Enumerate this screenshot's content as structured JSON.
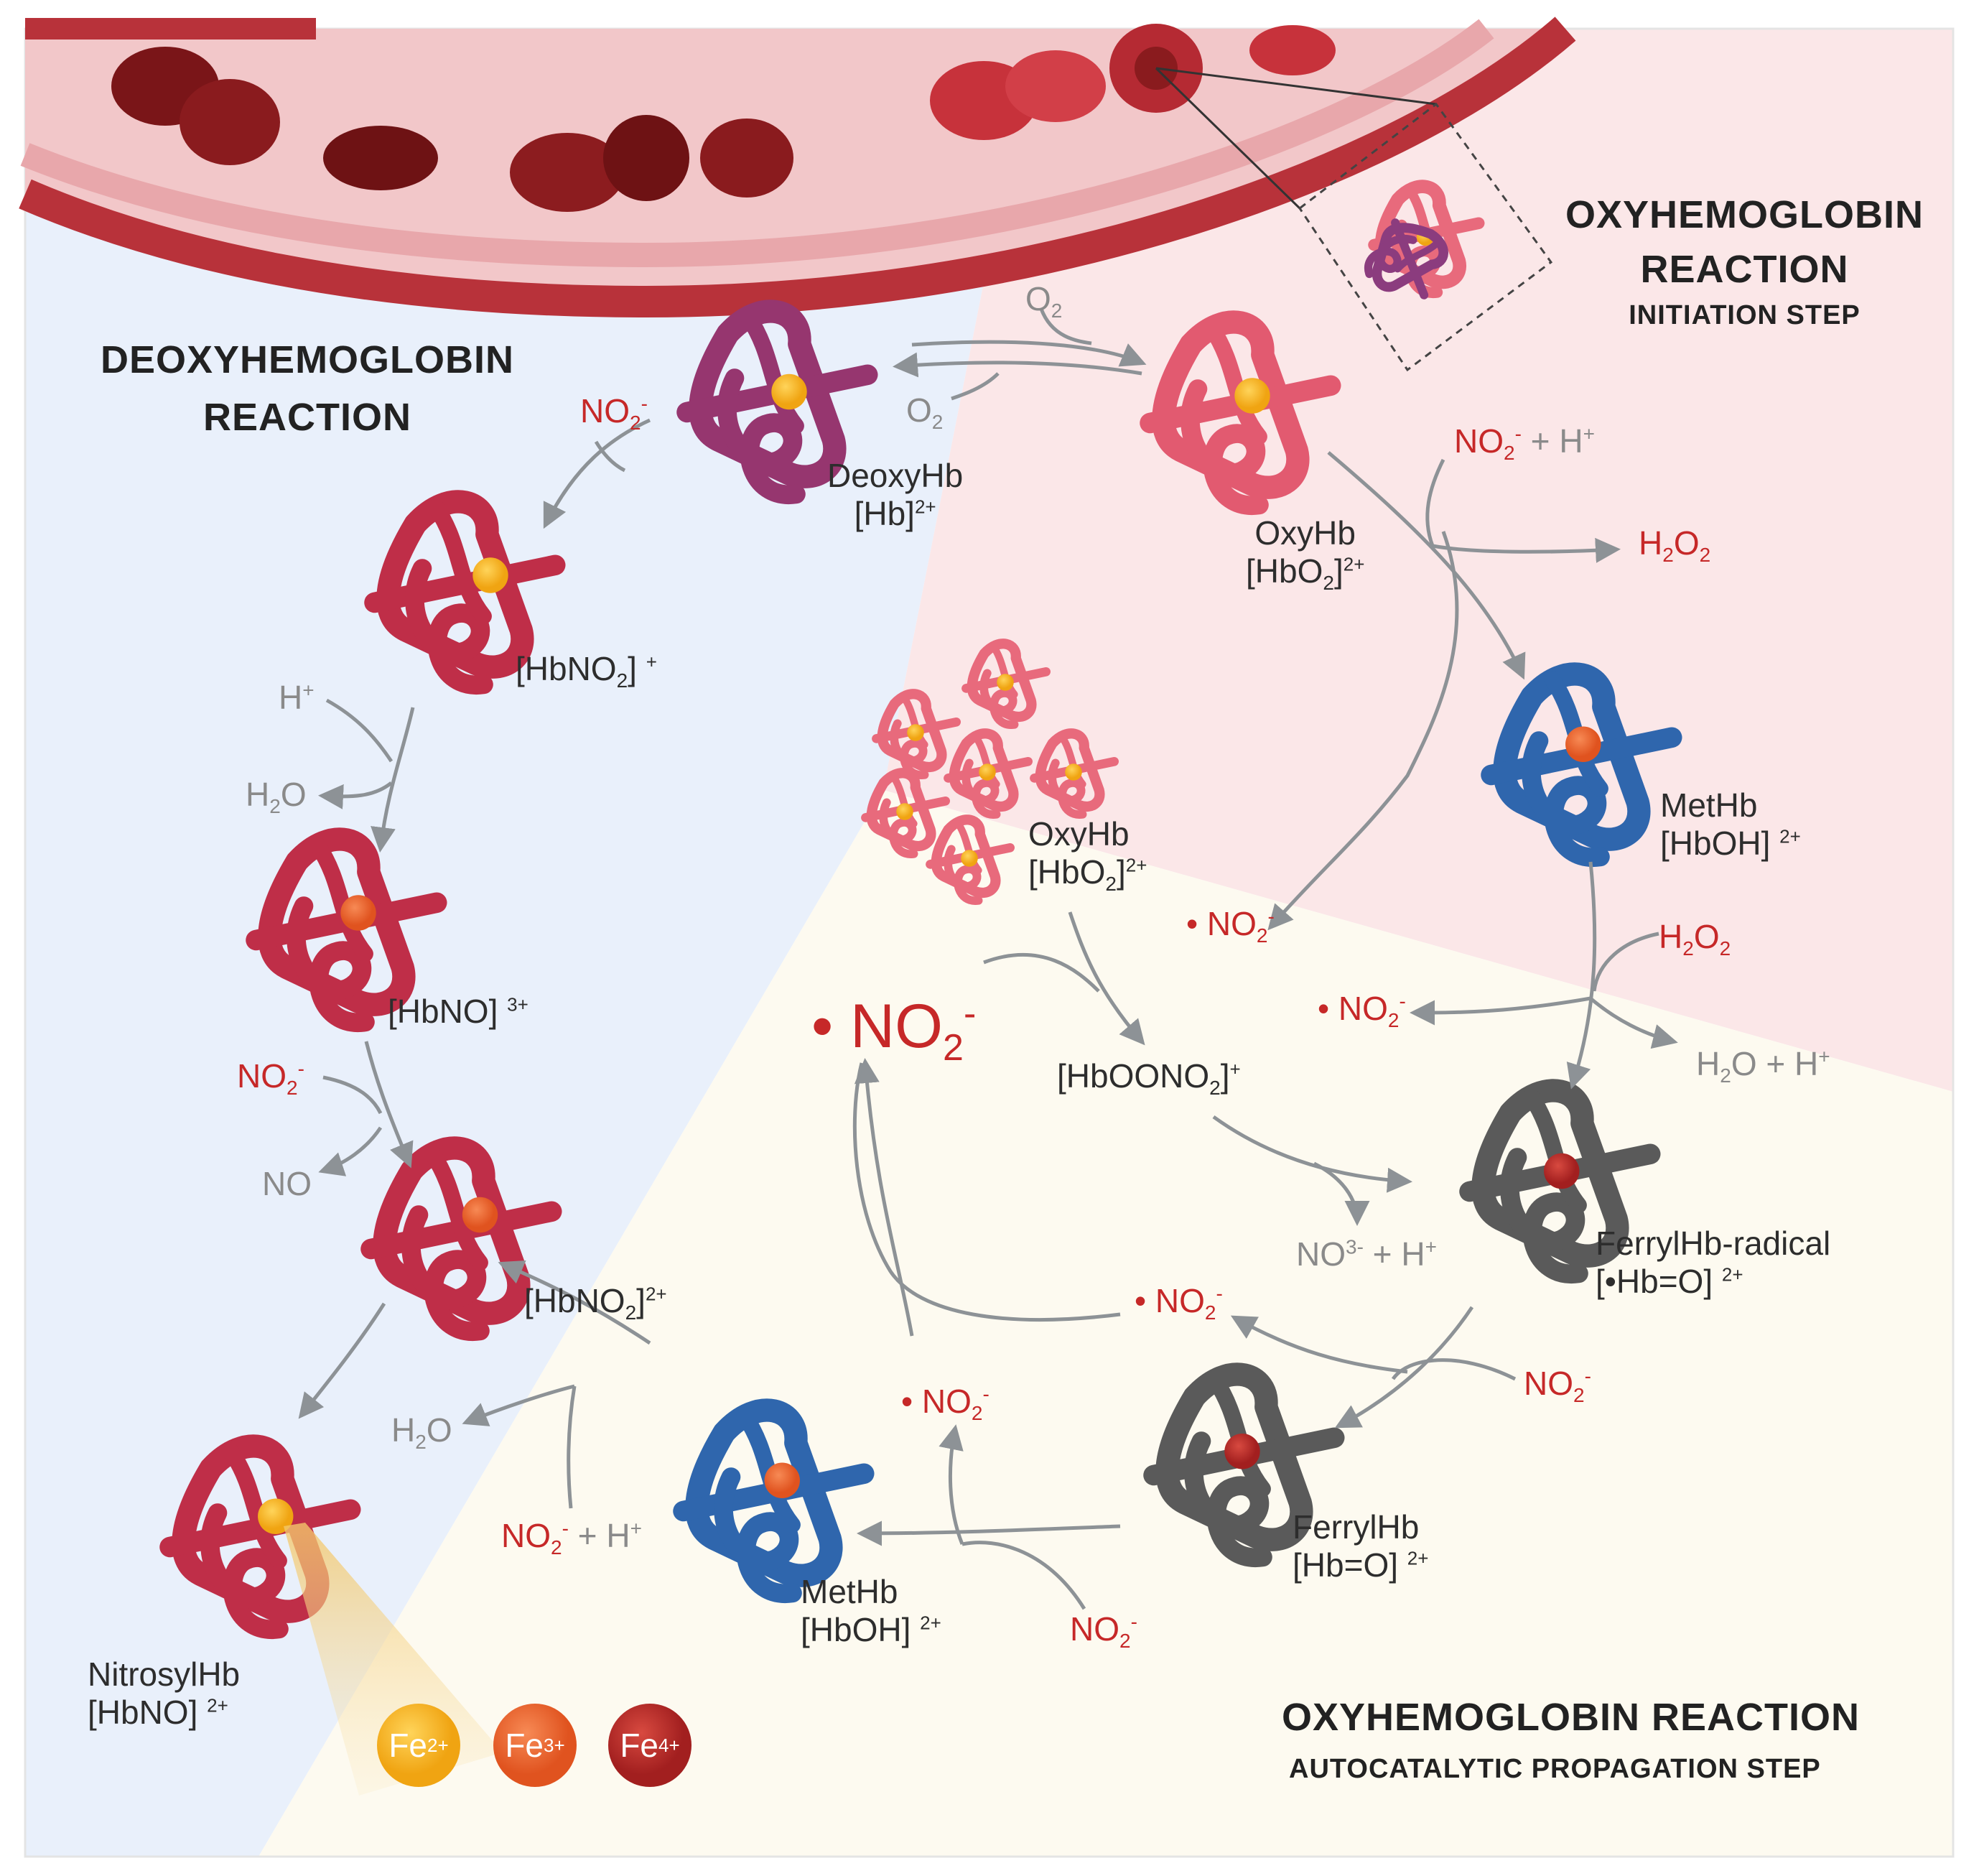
{
  "titles": {
    "deoxy_line1": "DEOXYHEMOGLOBIN",
    "deoxy_line2": "REACTION",
    "oxy_init_line1": "OXYHEMOGLOBIN",
    "oxy_init_line2": "REACTION",
    "oxy_init_sub": "INITIATION STEP",
    "oxy_prop": "OXYHEMOGLOBIN  REACTION",
    "oxy_prop_sub": "AUTOCATALYTIC  PROPAGATION STEP"
  },
  "species": {
    "deoxy_name": "DeoxyHb",
    "deoxy_formula": "[Hb]",
    "oxy1_name": "OxyHb",
    "oxy1_formula": "[HbO",
    "hbno2_plus": "[HbNO",
    "hbno_3plus": "[HbNO]",
    "hbno2_2plus": "[HbNO",
    "nitrosyl_name": "NitrosylHb",
    "nitrosyl_formula": "[HbNO]",
    "methb1_name": "MetHb",
    "methb1_formula": "[HbOH]",
    "oxy2_name": "OxyHb",
    "oxy2_formula": "[HbO",
    "hboono2": "[HbOONO",
    "ferryl_rad_name": "FerrylHb-radical",
    "ferryl_rad_formula": "[•Hb=O]",
    "ferryl_name": "FerrylHb",
    "ferryl_formula": "[Hb=O]",
    "methb2_name": "MetHb",
    "methb2_formula": "[HbOH]"
  },
  "reagents": {
    "o2": "O",
    "two": "2",
    "no2": "NO",
    "h": "H",
    "plus": "+",
    "minus": "-",
    "h2o_h": "H",
    "h2o_o": "O",
    "no_text": "NO",
    "h2o2_h": "H",
    "h2o2_o": "O",
    "nitrite_radical": "• NO",
    "no3": "NO",
    "no3_sup": "3-",
    "plus_sign": " + ",
    "h2o_plus_h": "O + H",
    "superscript_plus": "+",
    "superscript_2plus": "2+",
    "superscript_3plus": "3+"
  },
  "legend": {
    "fe2": "Fe",
    "fe2_sup": "2+",
    "fe3": "Fe",
    "fe3_sup": "3+",
    "fe4": "Fe",
    "fe4_sup": "4+"
  },
  "colors": {
    "deoxy_bg": "#e9f0fb",
    "oxy_init_bg": "#fbe7e8",
    "oxy_prop_bg": "#fdfaf0",
    "vessel": "#c13a3f",
    "arrow": "#8d9296",
    "fe2": "#f5b21f",
    "fe3": "#ec6735",
    "fe4": "#b72b2a",
    "text_red": "#c62828"
  }
}
